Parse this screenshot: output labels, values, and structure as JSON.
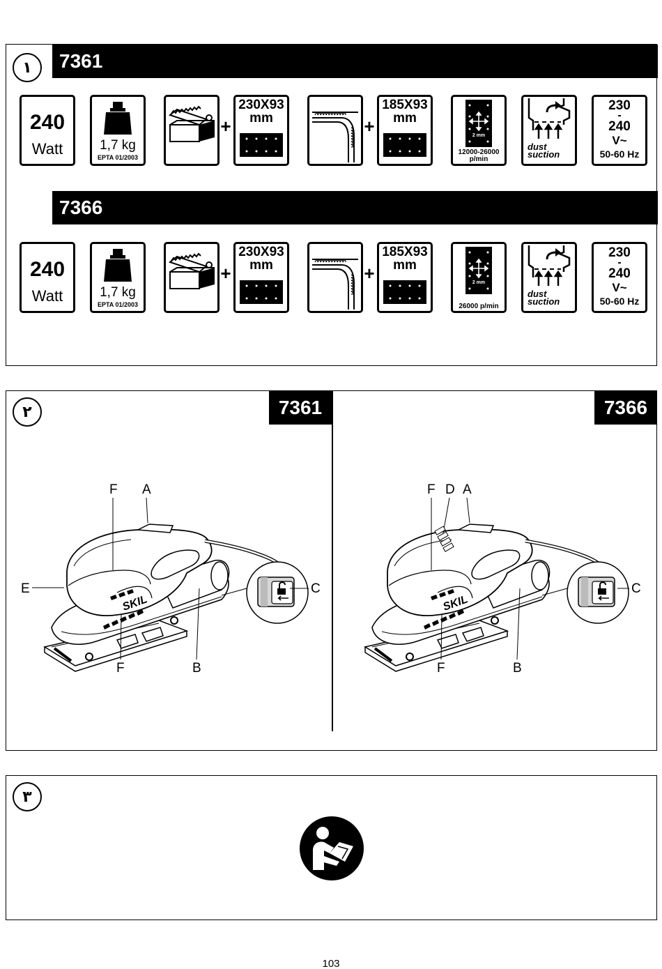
{
  "section1": {
    "number": "١",
    "rows": [
      {
        "model": "7361",
        "power_value": "240",
        "power_unit": "Watt",
        "weight_value": "1,7 kg",
        "weight_norm": "EPTA 01/2003",
        "sheet_a": {
          "size": "230X93",
          "unit": "mm"
        },
        "sheet_b": {
          "size": "185X93",
          "unit": "mm"
        },
        "orbit_label": "2 mm",
        "speed": "12000-26000 p/min",
        "dust_line1": "dust",
        "dust_line2": "suction",
        "voltage_top": "230",
        "voltage_dash": "-",
        "voltage_bottom": "240",
        "voltage_unit": "V~",
        "frequency": "50-60 Hz"
      },
      {
        "model": "7366",
        "power_value": "240",
        "power_unit": "Watt",
        "weight_value": "1,7 kg",
        "weight_norm": "EPTA 01/2003",
        "sheet_a": {
          "size": "230X93",
          "unit": "mm"
        },
        "sheet_b": {
          "size": "185X93",
          "unit": "mm"
        },
        "orbit_label": "2 mm",
        "speed": "26000 p/min",
        "dust_line1": "dust",
        "dust_line2": "suction",
        "voltage_top": "230",
        "voltage_dash": "-",
        "voltage_bottom": "240",
        "voltage_unit": "V~",
        "frequency": "50-60 Hz"
      }
    ],
    "plus_sign": "+"
  },
  "section2": {
    "number": "٢",
    "left": {
      "model": "7361",
      "labels": {
        "F_top": "F",
        "A": "A",
        "E": "E",
        "C": "C",
        "F_bottom": "F",
        "B": "B"
      },
      "brand": "SKIL"
    },
    "right": {
      "model": "7366",
      "labels": {
        "F_top": "F",
        "D": "D",
        "A": "A",
        "C": "C",
        "F_bottom": "F",
        "B": "B"
      },
      "brand": "SKIL"
    }
  },
  "section3": {
    "number": "٣",
    "icon": "read-manual-icon"
  },
  "page_number": "103"
}
